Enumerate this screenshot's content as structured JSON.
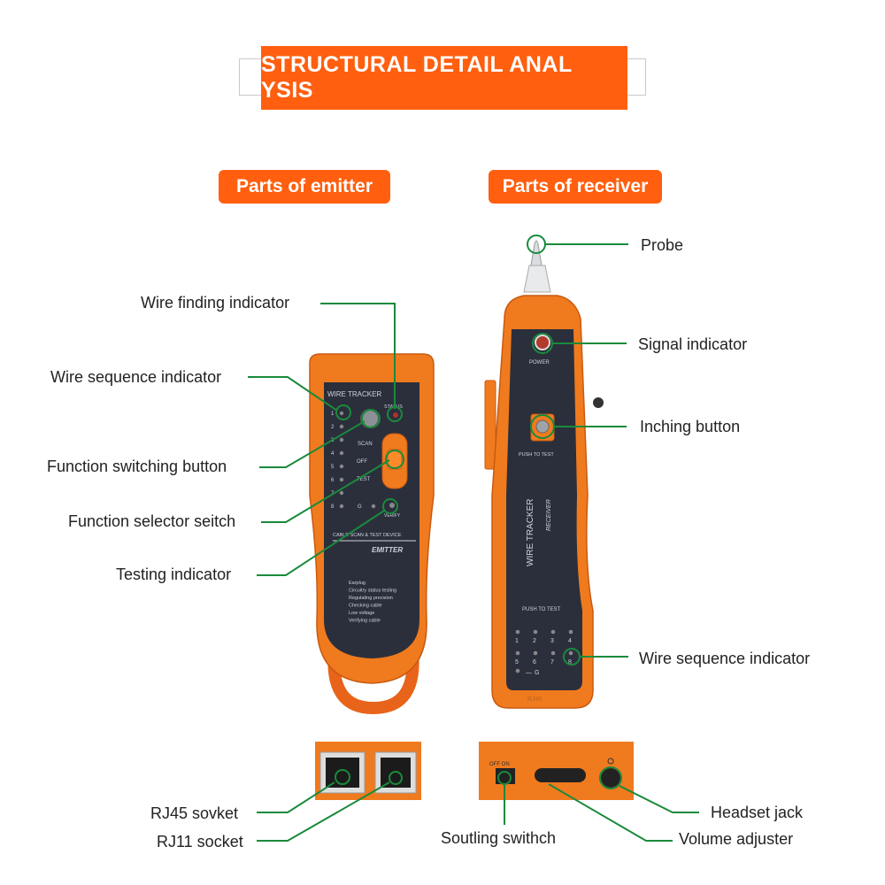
{
  "title": "STRUCTURAL DETAIL ANAL YSIS",
  "sections": {
    "emitter": "Parts of emitter",
    "receiver": "Parts of receiver"
  },
  "emitter_labels": {
    "wire_finding": "Wire finding indicator",
    "wire_sequence": "Wire sequence indicator",
    "function_switching": "Function switching button",
    "function_selector": "Function selector seitch",
    "testing": "Testing indicator"
  },
  "receiver_labels": {
    "probe": "Probe",
    "signal": "Signal indicator",
    "inching": "Inching button",
    "wire_sequence": "Wire sequence indicator"
  },
  "bottom_labels": {
    "rj45": "RJ45 sovket",
    "rj11": "RJ11 socket",
    "soutling": "Soutling swithch",
    "headset": "Headset jack",
    "volume": "Volume adjuster"
  },
  "emitter_device": {
    "brand": "WIRE TRACKER",
    "status": "STATUS",
    "scan": "SCAN",
    "off": "OFF",
    "test": "TEST",
    "verify": "VERIFY",
    "g": "G",
    "numbers": [
      "1",
      "2",
      "3",
      "4",
      "5",
      "6",
      "7",
      "8"
    ],
    "cable_line": "CABLE SCAN & TEST DEVICE",
    "emitter_text": "EMITTER",
    "features": [
      "Earplug",
      "Circuitry status testing",
      "Regulating precision",
      "Checking cable",
      "Low voltage",
      "Verifying cable"
    ]
  },
  "receiver_device": {
    "power": "POWER",
    "push_to_test": "PUSH TO TEST",
    "brand": "WIRE TRACKER",
    "receiver_text": "RECEIVER",
    "push_to_test_2": "PUSH TO TEST",
    "numbers": [
      "1",
      "2",
      "3",
      "4",
      "5",
      "6",
      "7",
      "8"
    ],
    "g": "G",
    "rj": "RJ45",
    "off_on": "OFF  ON"
  },
  "colors": {
    "accent": "#ff5f0f",
    "device_orange": "#f07a1e",
    "panel": "#2b2f3c",
    "callout": "#1a8a3c"
  }
}
